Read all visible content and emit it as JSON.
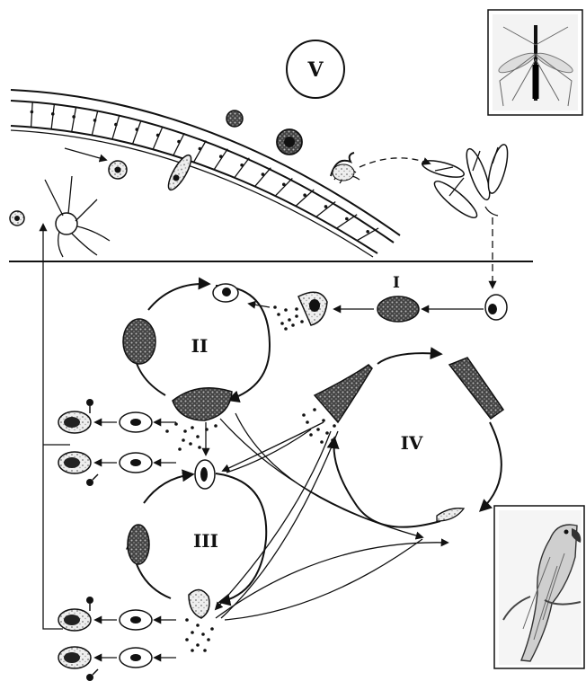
{
  "labels": {
    "stage_v": "V",
    "stage_i": "I",
    "stage_ii": "II",
    "stage_iii": "III",
    "stage_iv": "IV"
  },
  "host_images": [
    "mosquito-vector",
    "parrot-host"
  ]
}
